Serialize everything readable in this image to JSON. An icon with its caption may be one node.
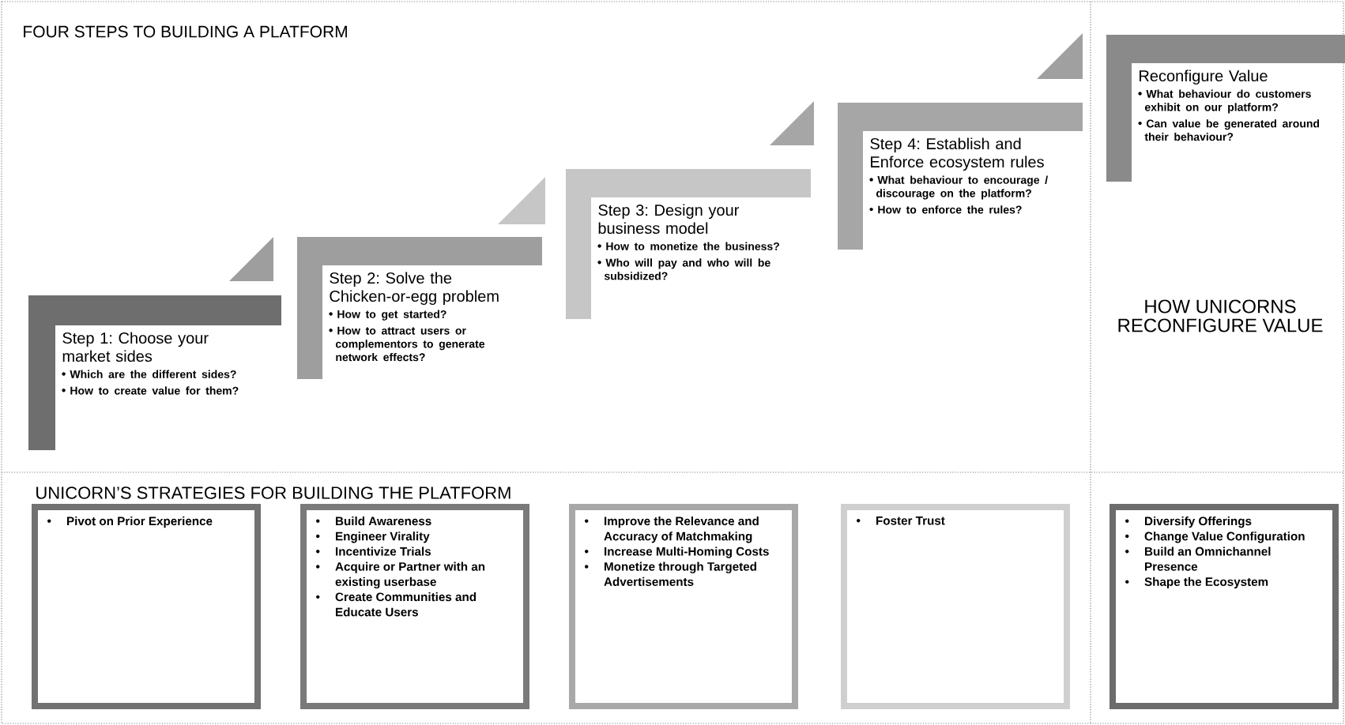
{
  "diagram": {
    "title": "FOUR STEPS TO BUILDING A PLATFORM",
    "nodes": [
      {
        "text": [
          "Step 1: Choose your market sides",
          "Which are the different sides?",
          "How to create value for them?"
        ]
      },
      {
        "text": [
          "Step 2: Solve the Chicken-or-egg problem",
          "How to get started?",
          "How to attract users or complementors to generate network effects?"
        ]
      },
      {
        "text": [
          "Step 3: Design your business model",
          "How to monetize the business?",
          "Who will pay and who will be subsidized?"
        ]
      },
      {
        "text": [
          "Step 4: Establish and Enforce ecosystem rules",
          "What behaviour to encourage / discourage on the platform?",
          "How to enforce the rules?"
        ]
      },
      {
        "text": [
          "Reconfigure Value",
          "What behaviour do customers exhibit on our platform?",
          "Can value be generated around their behaviour?"
        ]
      },
      {
        "text": [
          "Pivot on Prior Experience"
        ]
      },
      {
        "text": [
          "Build Awareness",
          "Engineer Virality",
          "Incentivize Trials",
          "Acquire or Partner with an existing userbase",
          "Create Communities and Educate Users"
        ]
      },
      {
        "text": [
          "Improve the Relevance and Accuracy of Matchmaking",
          "Increase Multi-Homing Costs",
          "Monetize through Targeted Advertisements"
        ]
      },
      {
        "text": [
          "Foster Trust"
        ]
      },
      {
        "text": [
          "Diversify Offerings",
          "Change Value Configuration",
          "Build an Omnichannel Presence",
          "Shape the Ecosystem"
        ]
      }
    ],
    "labels": [
      "UNICORN’S STRATEGIES FOR BUILDING THE PLATFORM",
      "HOW UNICORNS RECONFIGURE VALUE"
    ]
  }
}
